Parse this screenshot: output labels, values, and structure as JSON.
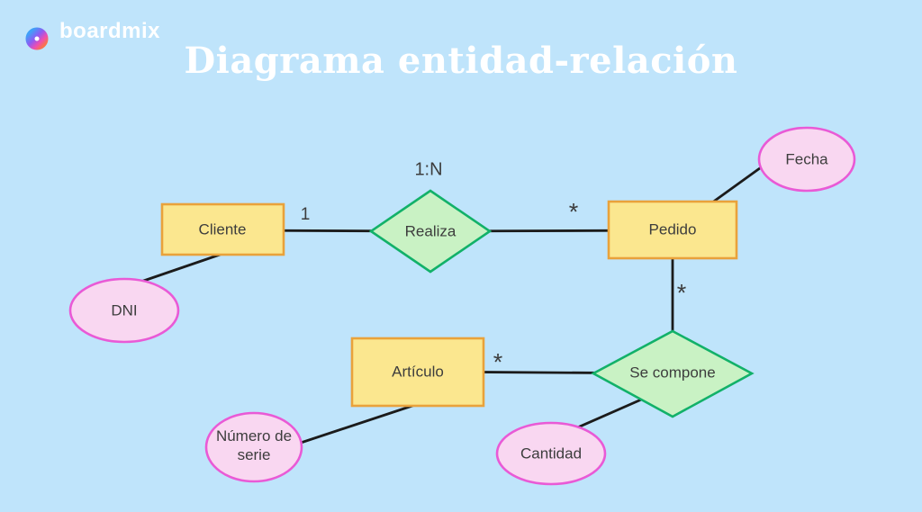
{
  "colors": {
    "background": "#BFE4FB",
    "title_text": "#FFFFFF",
    "entity_fill": "#FBE78F",
    "entity_stroke": "#E9A23B",
    "relation_fill": "#C9F2C4",
    "relation_stroke": "#12B169",
    "attribute_fill": "#F9D7F1",
    "attribute_stroke": "#E95AD6",
    "connector": "#1B1B1B",
    "node_text": "#3D3D3D",
    "logo_gradient": [
      "#3FA1F8",
      "#8E5BF4",
      "#EF4DB0",
      "#F9724E"
    ]
  },
  "header": {
    "logo_text": "boardmix",
    "title": "Diagrama entidad-relación"
  },
  "diagram": {
    "entities": [
      {
        "id": "cliente",
        "label": "Cliente"
      },
      {
        "id": "pedido",
        "label": "Pedido"
      },
      {
        "id": "articulo",
        "label": "Artículo"
      }
    ],
    "relationships": [
      {
        "id": "realiza",
        "label": "Realiza"
      },
      {
        "id": "se-compone",
        "label": "Se compone"
      }
    ],
    "attributes": [
      {
        "id": "dni",
        "label": "DNI"
      },
      {
        "id": "fecha",
        "label": "Fecha"
      },
      {
        "id": "numero-serie",
        "label": "Número de serie"
      },
      {
        "id": "cantidad",
        "label": "Cantidad"
      }
    ],
    "connections": [
      {
        "from": "cliente",
        "to": "realiza",
        "label": "1"
      },
      {
        "from": "realiza",
        "to": "pedido",
        "label": "*"
      },
      {
        "from": "pedido",
        "to": "fecha",
        "label": ""
      },
      {
        "from": "cliente",
        "to": "dni",
        "label": ""
      },
      {
        "from": "pedido",
        "to": "se-compone",
        "label": "*"
      },
      {
        "from": "articulo",
        "to": "se-compone",
        "label": "*"
      },
      {
        "from": "articulo",
        "to": "numero-serie",
        "label": ""
      },
      {
        "from": "se-compone",
        "to": "cantidad",
        "label": ""
      }
    ],
    "annotations": [
      {
        "id": "realiza-cardinality",
        "label": "1:N"
      }
    ]
  }
}
